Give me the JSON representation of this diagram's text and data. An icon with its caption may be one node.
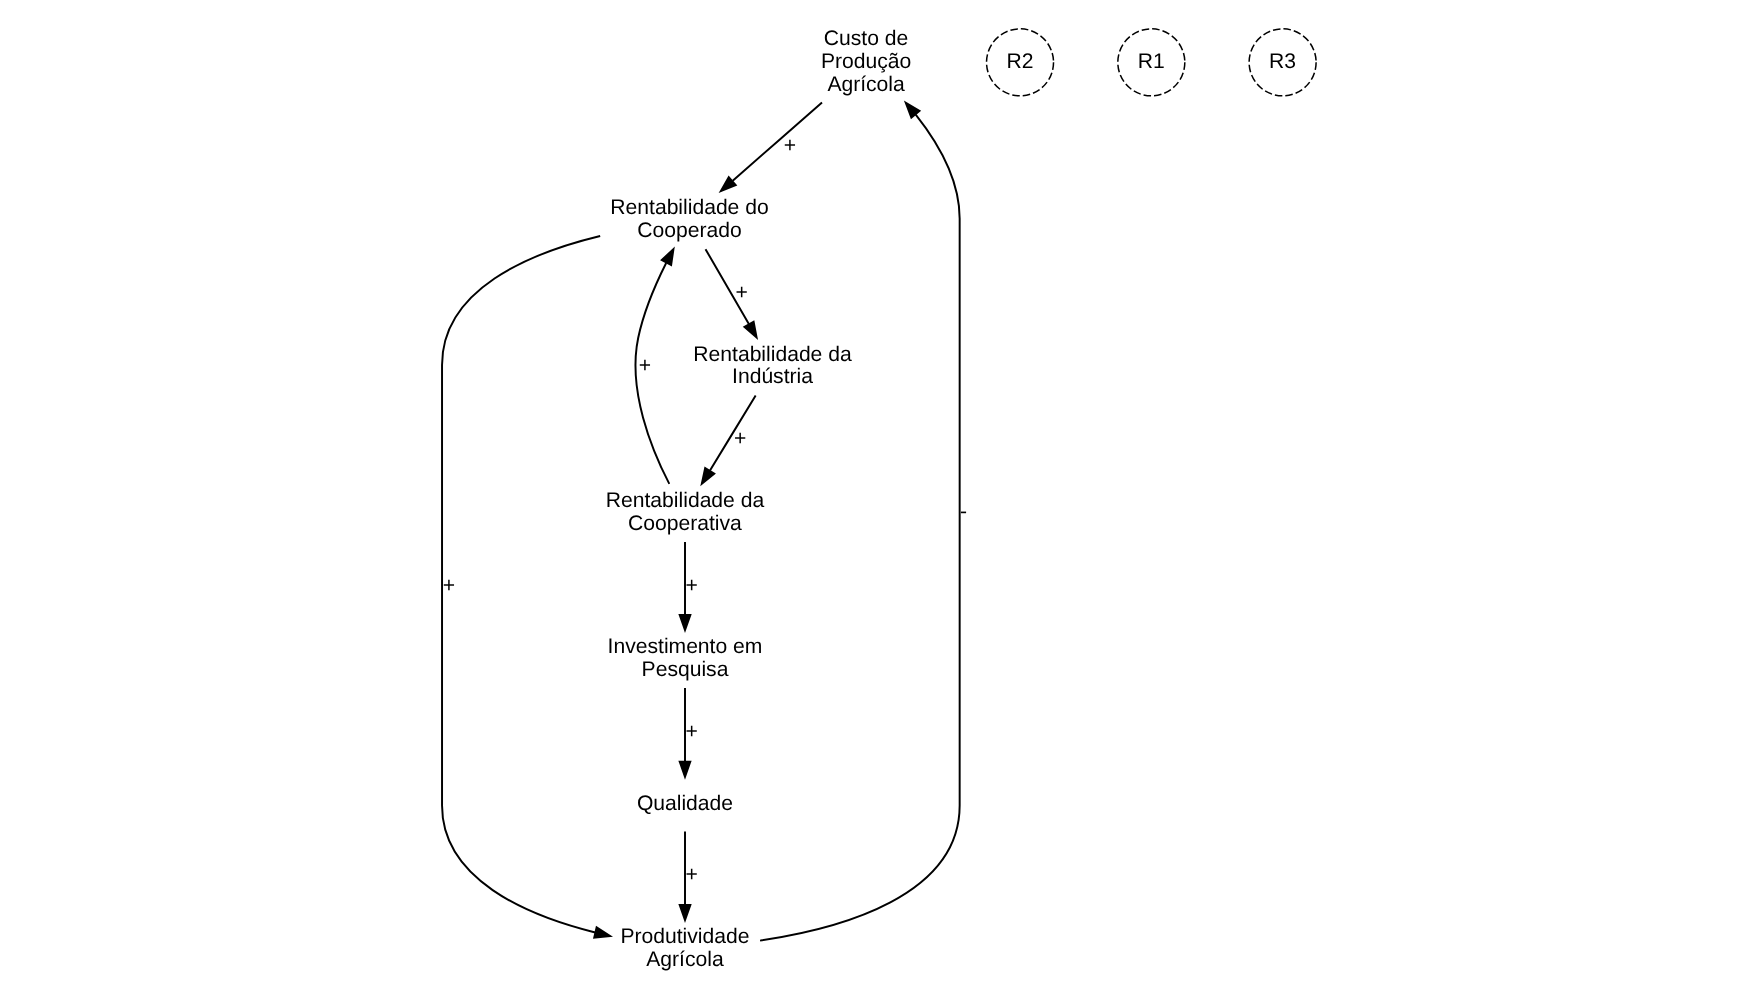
{
  "diagram": {
    "nodes": [
      {
        "text": [
          "Custo de Produção Agrícola"
        ]
      },
      {
        "text": [
          "Rentabilidade da Indústria"
        ]
      },
      {
        "text": [
          "Rentabilidade do Cooperado"
        ]
      },
      {
        "text": [
          "Produtividade Agrícola"
        ]
      },
      {
        "text": [
          "Rentabilidade da Cooperativa"
        ]
      },
      {
        "text": [
          "Investimento em Pesquisa"
        ]
      },
      {
        "text": [
          "Qualidade"
        ]
      }
    ],
    "edges": [
      {
        "from": 0,
        "to": 2,
        "arrow": "to",
        "label": "+"
      },
      {
        "from": 2,
        "to": 1,
        "arrow": "to",
        "label": "+"
      },
      {
        "from": 1,
        "to": 4,
        "arrow": "to",
        "label": "+"
      },
      {
        "from": 4,
        "to": 2,
        "arrow": "to",
        "label": "+"
      },
      {
        "from": 2,
        "to": 3,
        "arrow": "to",
        "label": "+"
      },
      {
        "from": 3,
        "to": 0,
        "arrow": "to",
        "label": "-"
      },
      {
        "from": 4,
        "to": 5,
        "arrow": "to",
        "label": "+"
      },
      {
        "from": 5,
        "to": 6,
        "arrow": "to",
        "label": "+"
      },
      {
        "from": 6,
        "to": 3,
        "arrow": "to",
        "label": "+"
      }
    ],
    "labels": [
      "R2",
      "R1",
      "R3"
    ]
  }
}
